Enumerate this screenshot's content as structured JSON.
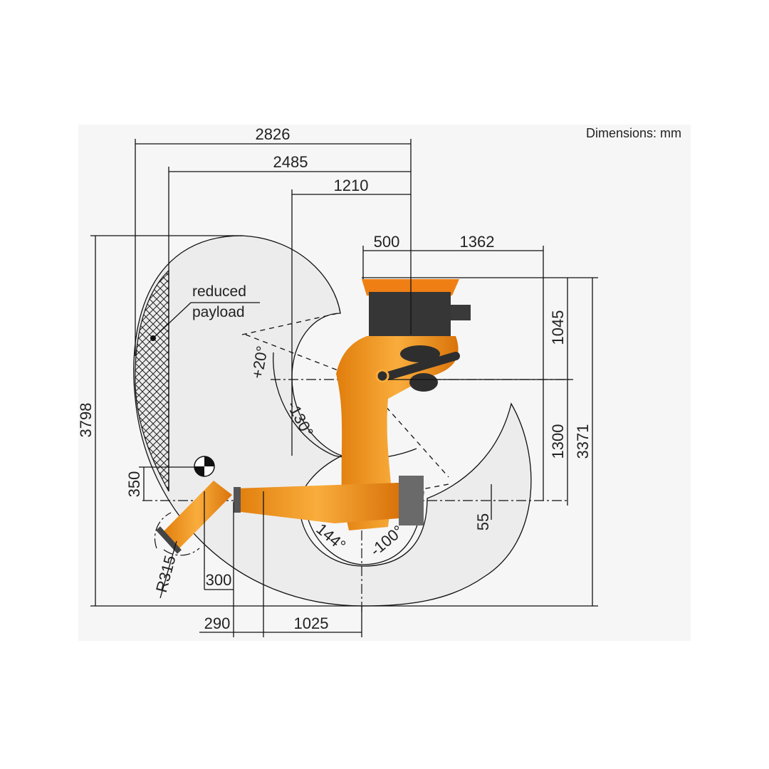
{
  "title_note": "Dimensions: mm",
  "labels": {
    "reduced": "reduced",
    "payload": "payload"
  },
  "dimensions": {
    "d2826": "2826",
    "d2485": "2485",
    "d1210": "1210",
    "d500": "500",
    "d1362": "1362",
    "d1045": "1045",
    "d1300": "1300",
    "d3371": "3371",
    "d3798": "3798",
    "d350": "350",
    "d55": "55",
    "d300": "300",
    "d290": "290",
    "d1025": "1025",
    "r315": "R315"
  },
  "angles": {
    "a_plus20": "+20°",
    "a_minus130": "-130°",
    "a_144": "144°",
    "a_minus100": "-100°"
  },
  "colors": {
    "robot_orange": "#f39a1e",
    "robot_dark": "#3a3a3a",
    "workspace": "#ececec",
    "background_panel": "#f6f6f6"
  }
}
